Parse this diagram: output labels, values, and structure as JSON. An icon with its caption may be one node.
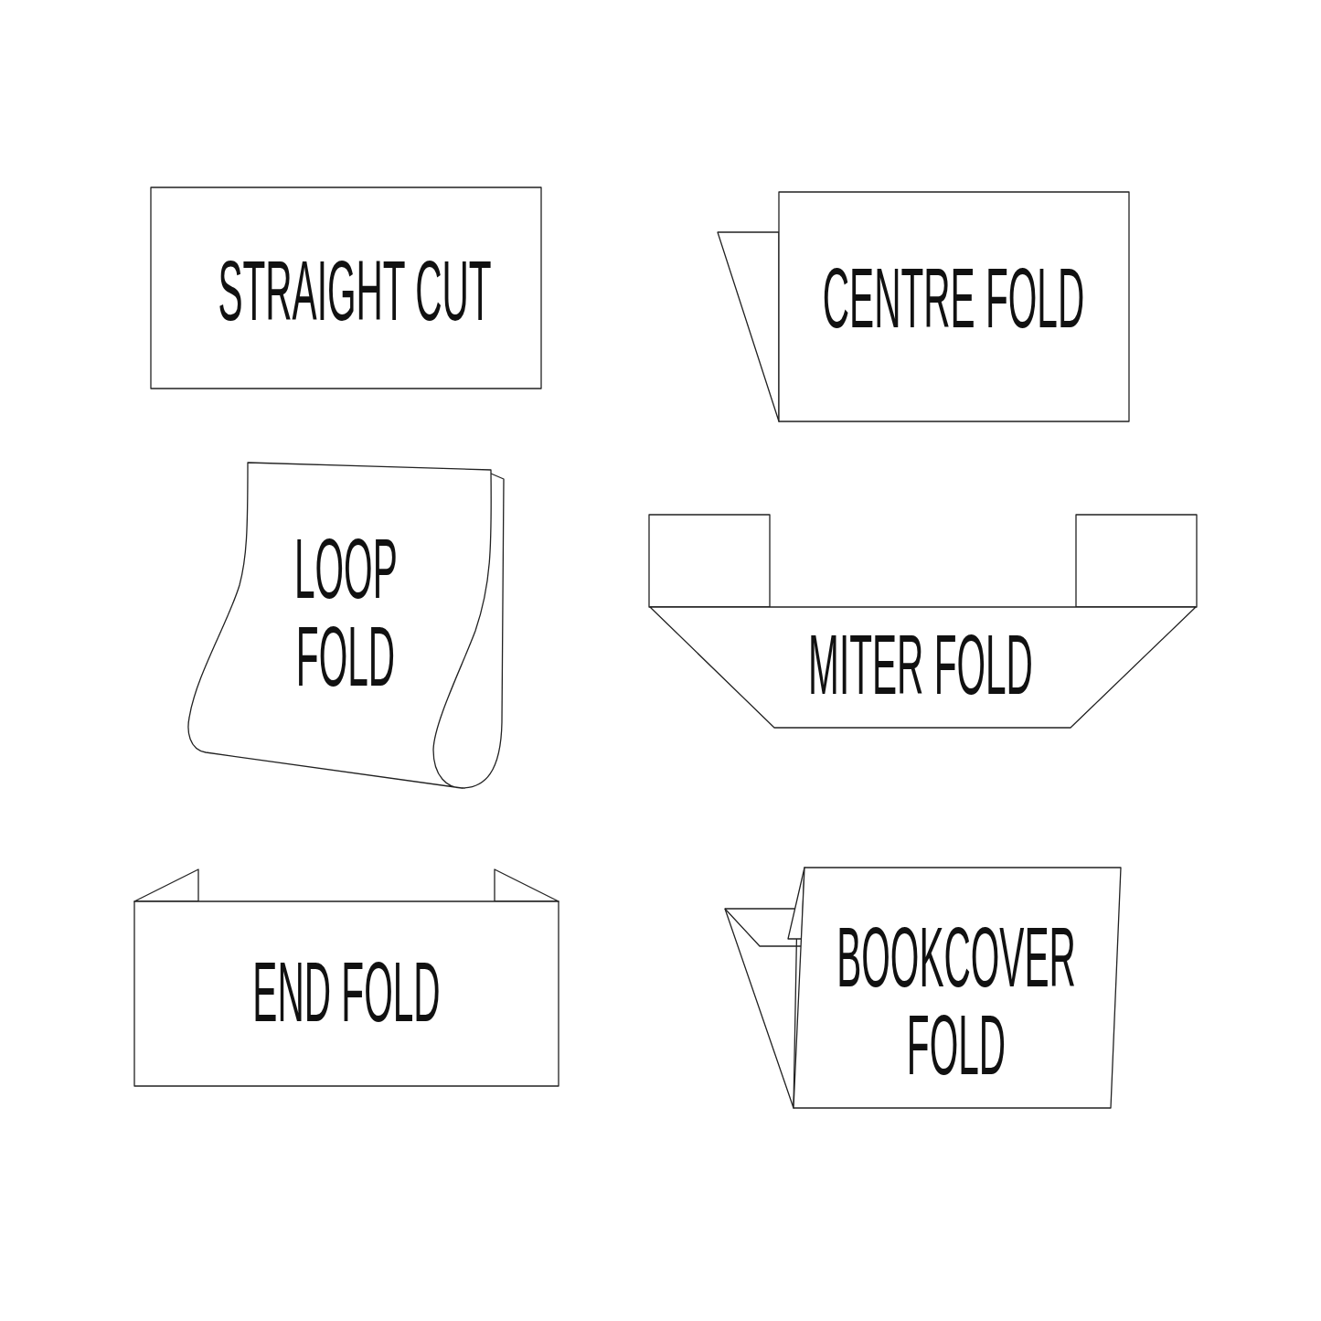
{
  "diagram": {
    "nodes": [
      {
        "text": [
          "STRAIGHT CUT"
        ]
      },
      {
        "text": [
          "CENTRE FOLD"
        ]
      },
      {
        "text": [
          "LOOP FOLD"
        ]
      },
      {
        "text": [
          "MITER FOLD"
        ]
      },
      {
        "text": [
          "END FOLD"
        ]
      },
      {
        "text": [
          "BOOKCOVER FOLD"
        ]
      }
    ]
  }
}
